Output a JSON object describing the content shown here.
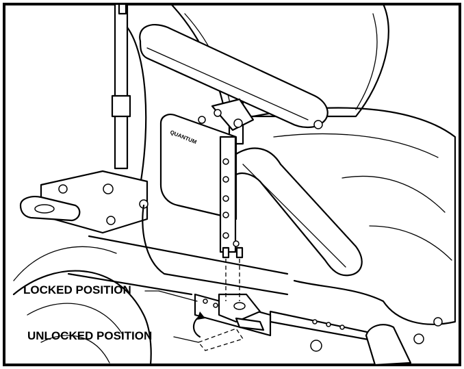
{
  "labels": {
    "locked_position": "LOCKED POSITION",
    "unlocked_position": "UNLOCKED POSITION"
  },
  "arm_pad_brand_text": "QUANTUM",
  "colors": {
    "line": "#000000",
    "background": "#ffffff"
  }
}
